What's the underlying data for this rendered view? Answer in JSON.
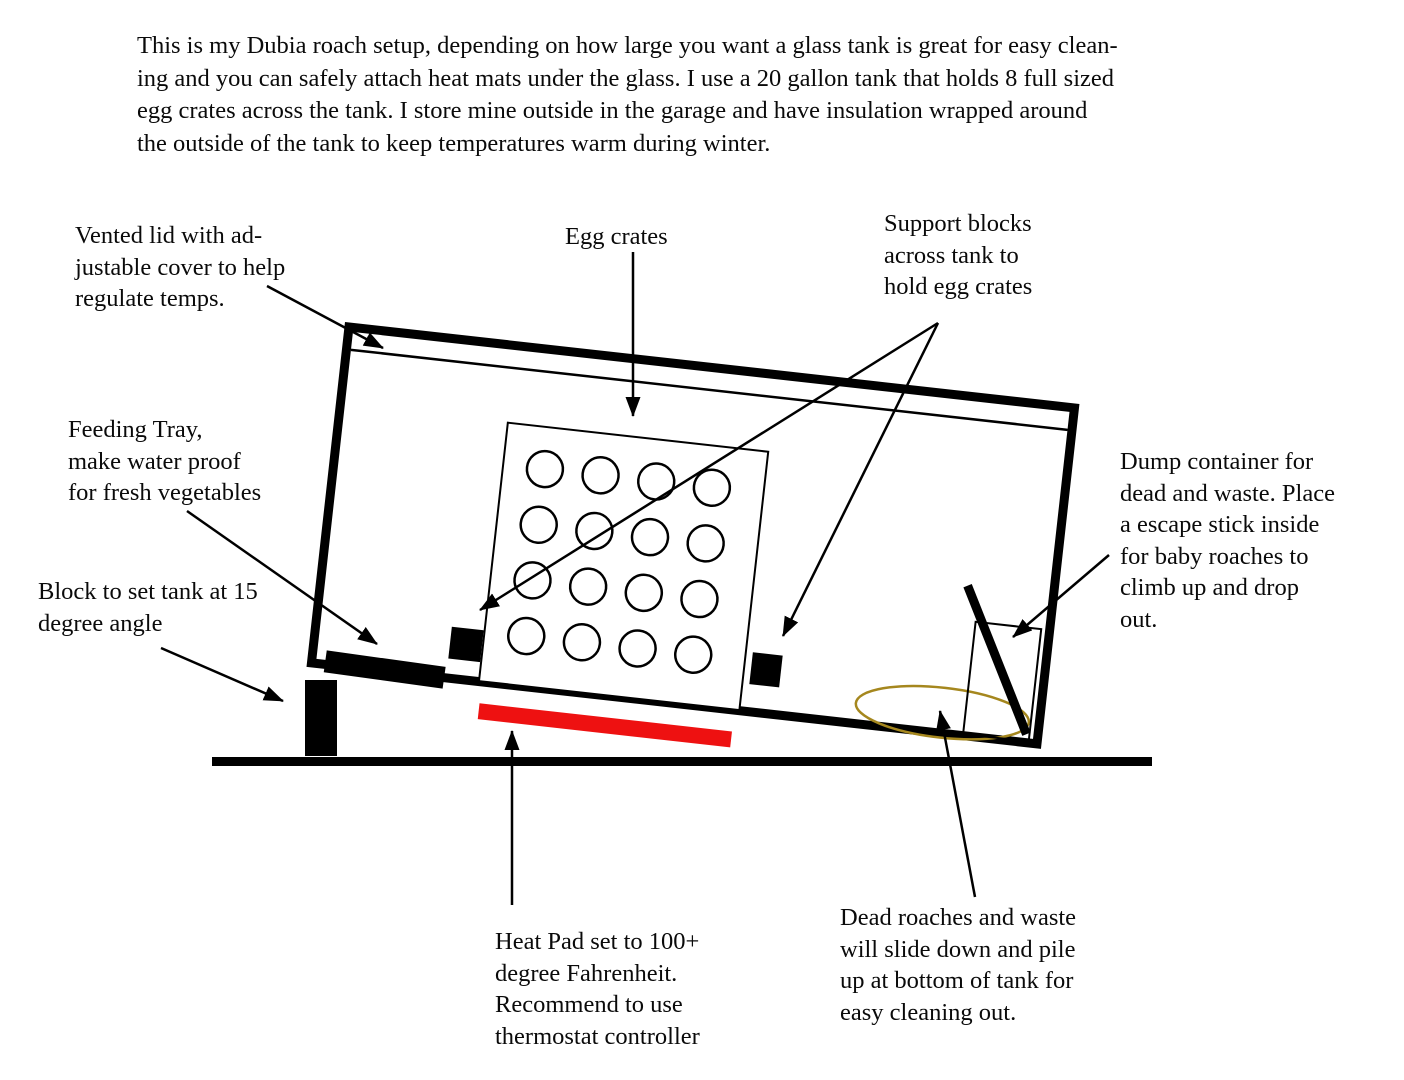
{
  "intro": "This is my Dubia roach setup, depending on how large you want a glass tank is great for easy clean-\ning and you can safely attach heat mats under the glass. I use a 20 gallon tank that holds 8 full sized\negg crates across the tank. I store mine outside in the garage and have insulation wrapped around\nthe outside of the tank to keep temperatures warm during winter.",
  "labels": {
    "vented_lid": "Vented lid with ad-\njustable cover to help\nregulate temps.",
    "egg_crates": "Egg crates",
    "support_blocks": "Support blocks\nacross tank to\nhold egg crates",
    "feeding_tray": "Feeding Tray,\nmake water proof\nfor fresh vegetables",
    "block_angle": "Block to set tank at 15\ndegree angle",
    "dump_container": "Dump container for\ndead and waste. Place\na escape stick inside\nfor baby roaches to\nclimb up and drop\nout.",
    "heat_pad": "Heat Pad set to 100+\ndegree Fahrenheit.\nRecommend to use\nthermostat controller",
    "dead_roaches": "Dead roaches and waste\nwill slide down and pile\nup at bottom of tank for\neasy cleaning out."
  },
  "colors": {
    "line": "#000000",
    "heat_pad": "#ee1111",
    "waste_ellipse": "#a5871e"
  },
  "diagram": {
    "tank_tilt_degrees": 15,
    "egg_crate_holes": {
      "rows": 4,
      "cols": 4,
      "total": 16
    }
  }
}
